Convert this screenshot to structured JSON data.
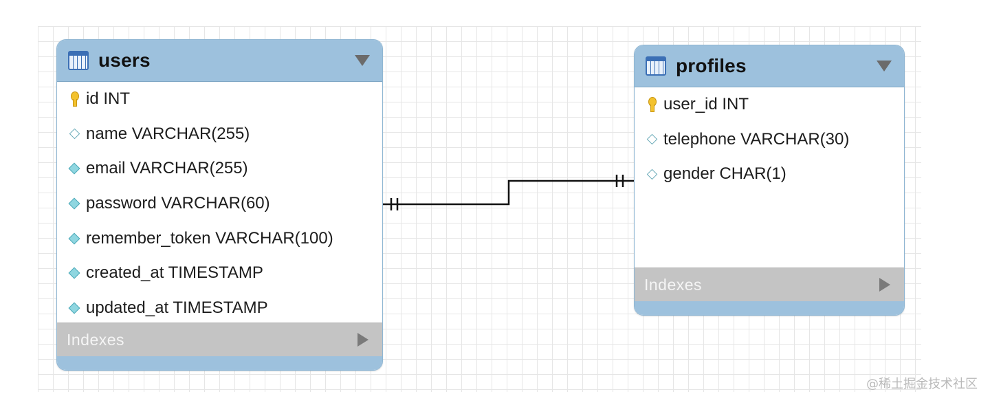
{
  "tables": {
    "users": {
      "name": "users",
      "columns": [
        {
          "text": "id INT",
          "key": "primary"
        },
        {
          "text": "name VARCHAR(255)",
          "key": "open"
        },
        {
          "text": "email VARCHAR(255)",
          "key": "filled"
        },
        {
          "text": "password VARCHAR(60)",
          "key": "filled"
        },
        {
          "text": "remember_token VARCHAR(100)",
          "key": "filled"
        },
        {
          "text": "created_at TIMESTAMP",
          "key": "filled"
        },
        {
          "text": "updated_at TIMESTAMP",
          "key": "filled"
        }
      ],
      "indexes_label": "Indexes"
    },
    "profiles": {
      "name": "profiles",
      "columns": [
        {
          "text": "user_id INT",
          "key": "primary"
        },
        {
          "text": "telephone VARCHAR(30)",
          "key": "open"
        },
        {
          "text": "gender CHAR(1)",
          "key": "open"
        }
      ],
      "indexes_label": "Indexes"
    }
  },
  "relationship": {
    "from": "users",
    "to": "profiles",
    "cardinality": "one-to-one"
  },
  "watermark": "@稀土掘金技术社区",
  "colors": {
    "header": "#9dc1dd",
    "indexes": "#c4c4c4",
    "key": "#f3c22e",
    "diamond": "#8fd6e0"
  }
}
